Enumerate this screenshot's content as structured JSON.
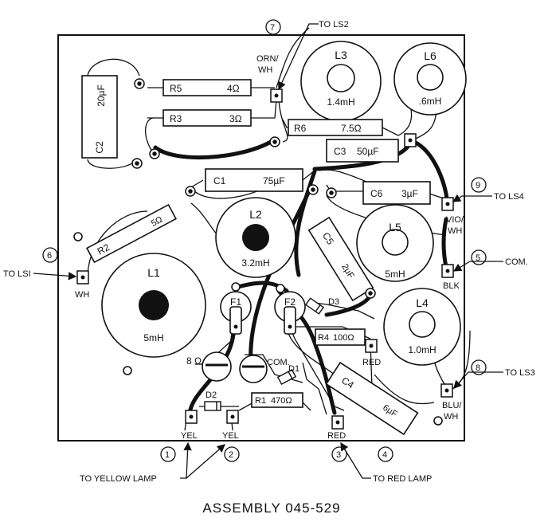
{
  "title": "ASSEMBLY 045-529",
  "components": {
    "C1": "C1",
    "C1_val": "75µF",
    "C2": "C2",
    "C2_val": "20µF",
    "C3": "C3",
    "C3_val": "50µF",
    "C4": "C4",
    "C4_val": "6µF",
    "C5": "C5",
    "C5_val": "2µF",
    "C6": "C6",
    "C6_val": "3µF",
    "R1": "R1",
    "R1_val": "470Ω",
    "R2": "R2",
    "R2_val": "5Ω",
    "R3": "R3",
    "R3_val": "3Ω",
    "R4": "R4",
    "R4_val": "100Ω",
    "R5": "R5",
    "R5_val": "4Ω",
    "R6": "R6",
    "R6_val": "7.5Ω",
    "L1": "L1",
    "L1_val": "5mH",
    "L2": "L2",
    "L2_val": "3.2mH",
    "L3": "L3",
    "L3_val": "1.4mH",
    "L4": "L4",
    "L4_val": "1.0mH",
    "L5": "L5",
    "L5_val": "5mH",
    "L6": "L6",
    "L6_val": ".6mH",
    "F1": "F1",
    "F2": "F2",
    "D1": "D1",
    "D2": "D2",
    "D3": "D3",
    "lamp8": "8 Ω",
    "com": "COM."
  },
  "terminals": {
    "orn_wh": [
      "ORN/",
      "WH"
    ],
    "vio_wh": [
      "VIO/",
      "WH"
    ],
    "blu_wh": [
      "BLU/",
      "WH"
    ],
    "blk": "BLK",
    "wh": "WH",
    "red_a": "RED",
    "red_b": "RED",
    "yel_a": "YEL",
    "yel_b": "YEL"
  },
  "callouts": {
    "n1": "1",
    "n2": "2",
    "n3": "3",
    "n4": "4",
    "n5": "5",
    "n6": "6",
    "n7": "7",
    "n8": "8",
    "n9": "9",
    "to_ls1": "TO LSI",
    "to_ls2": "TO LS2",
    "to_ls3": "TO LS3",
    "to_ls4": "TO LS4",
    "com": "COM.",
    "to_yellow_lamp": "TO YELLOW LAMP",
    "to_red_lamp": "TO RED LAMP"
  }
}
